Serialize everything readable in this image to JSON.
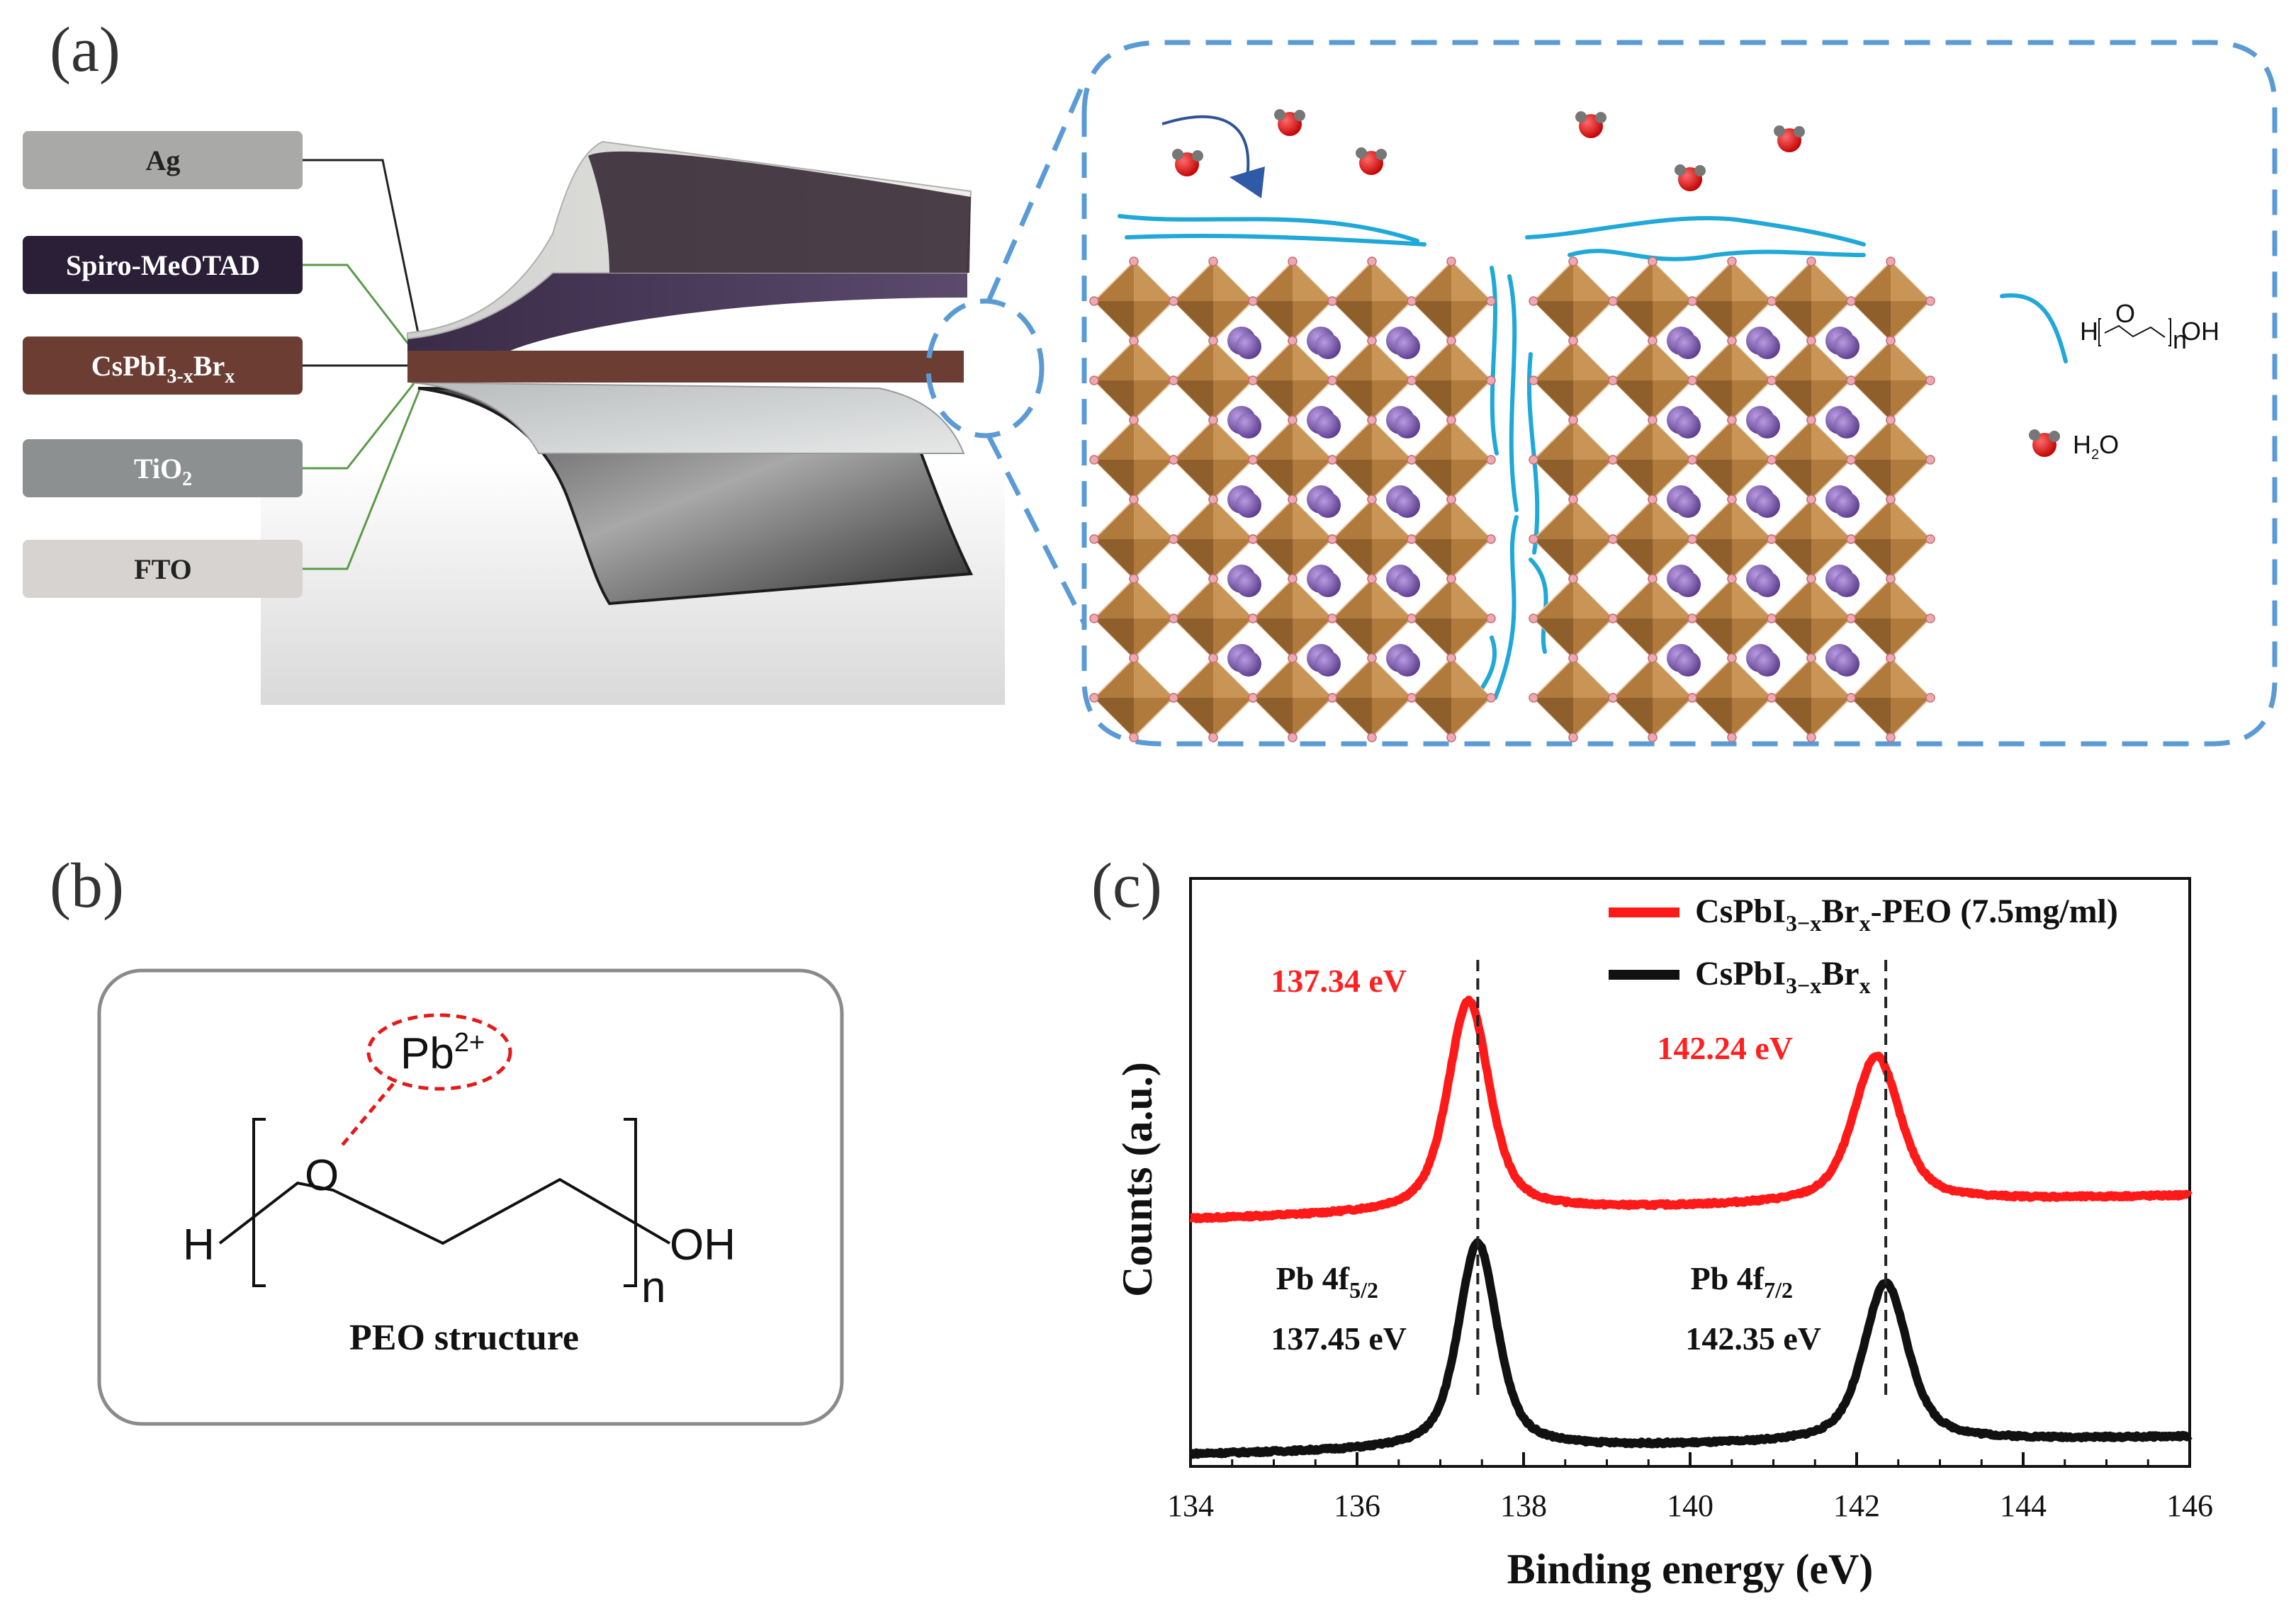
{
  "panels": {
    "a": {
      "label": "(a)",
      "layers": [
        {
          "id": "ag",
          "name": "Ag",
          "fill": "#a9a9a7",
          "text_color": "#222222"
        },
        {
          "id": "spiro",
          "name": "Spiro-MeOTAD",
          "fill": "#2a1f36",
          "text_color": "#ffffff"
        },
        {
          "id": "perov",
          "name_base": "CsPbI",
          "name_sub1": "3-x",
          "name_mid": "Br",
          "name_sub2": "x",
          "fill": "#6b3d33",
          "text_color": "#ffffff"
        },
        {
          "id": "tio2",
          "name_base": "TiO",
          "name_sub1": "2",
          "fill": "#8d9091",
          "text_color": "#ffffff"
        },
        {
          "id": "fto",
          "name": "FTO",
          "fill": "#d6d3d0",
          "text_color": "#222222"
        }
      ],
      "legend": {
        "peo_formula": {
          "h": "H",
          "o": "O",
          "n": "n",
          "oh": "OH"
        },
        "water_base": "H",
        "water_sub": "2",
        "water_o": "O"
      }
    },
    "b": {
      "label": "(b)",
      "ion_base": "Pb",
      "ion_sup": "2+",
      "h": "H",
      "o": "O",
      "oh": "OH",
      "n": "n",
      "caption": "PEO structure"
    },
    "c": {
      "label": "(c)"
    }
  },
  "chart_data": {
    "type": "line",
    "xlabel": "Binding energy (eV)",
    "ylabel": "Counts (a.u.)",
    "xlim": [
      134,
      146
    ],
    "xticks": [
      134,
      136,
      138,
      140,
      142,
      144,
      146
    ],
    "legend_position": "top-right",
    "series": [
      {
        "name_parts": [
          "CsPbI",
          "3−x",
          "Br",
          "x",
          "-PEO (7.5mg/ml)"
        ],
        "color": "#ff1a1a",
        "peaks": [
          137.34,
          142.24
        ],
        "baseline_offset": 0.42,
        "baseline_rise": 0.04,
        "peak_heights": [
          0.36,
          0.25
        ],
        "peak_widths": [
          0.32,
          0.36
        ]
      },
      {
        "name_parts": [
          "CsPbI",
          "3−x",
          "Br",
          "x"
        ],
        "color": "#111111",
        "peaks": [
          137.45,
          142.35
        ],
        "baseline_offset": 0.02,
        "baseline_rise": 0.03,
        "peak_heights": [
          0.35,
          0.27
        ],
        "peak_widths": [
          0.3,
          0.34
        ]
      }
    ],
    "annotations": [
      {
        "text": "137.34 eV",
        "style": "red"
      },
      {
        "text": "142.24 eV",
        "style": "red"
      },
      {
        "text_base": "Pb 4f",
        "text_sub": "5/2",
        "style": "black"
      },
      {
        "text": "137.45 eV",
        "style": "black"
      },
      {
        "text_base": "Pb 4f",
        "text_sub": "7/2",
        "style": "black"
      },
      {
        "text": "142.35 eV",
        "style": "black"
      }
    ],
    "dashed_lines": [
      137.45,
      142.35
    ]
  }
}
